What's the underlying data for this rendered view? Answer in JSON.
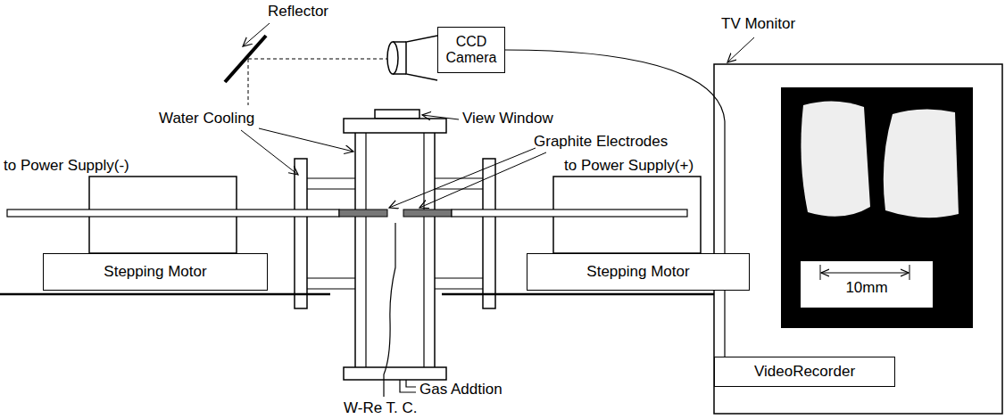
{
  "diagram": {
    "nodes": [
      {
        "text": [
          "CCD Camera"
        ]
      },
      {
        "text": [
          "Stepping Motor"
        ]
      },
      {
        "text": [
          "Stepping Motor"
        ]
      },
      {
        "text": [
          "VideoRecorder"
        ]
      }
    ],
    "edges": [
      {
        "from": 0,
        "to": 3,
        "arrow": "none"
      }
    ],
    "labels": [
      "Reflector",
      "TV Monitor",
      "Water Cooling",
      "View Window",
      "Graphite Electrodes",
      "to Power Supply(-)",
      "to Power Supply(+)",
      "10mm",
      "Gas Addtion",
      "W-Re T. C."
    ]
  }
}
